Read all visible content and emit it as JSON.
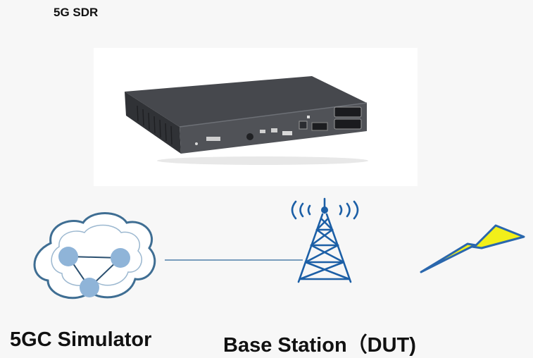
{
  "header": {
    "title": "5G SDR"
  },
  "nodes": {
    "core_label": "5GC Simulator",
    "base_station_label": "Base Station（DUT)"
  },
  "colors": {
    "cloud_fill": "#ffffff",
    "cloud_stroke": "#3f6e93",
    "node_fill": "#8fb4d8",
    "tower": "#1c5fa6",
    "lightning": "#f2ef1a",
    "link": "#4f7ea8"
  },
  "icons": [
    "cloud-network-icon",
    "cell-tower-icon",
    "lightning-icon",
    "sdr-device-image"
  ]
}
